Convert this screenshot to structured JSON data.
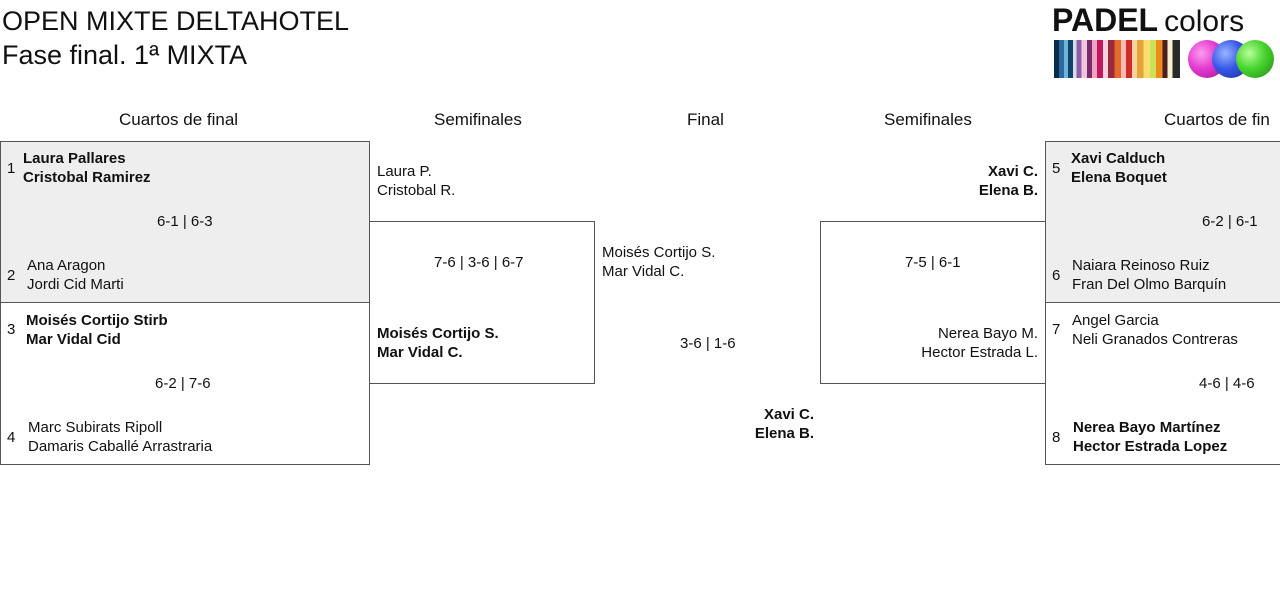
{
  "title": "OPEN MIXTE DELTAHOTEL",
  "subtitle": "Fase final. 1ª MIXTA",
  "logo": {
    "word1": "PADEL",
    "word2": "colors"
  },
  "headers": {
    "qf_left": "Cuartos de final",
    "sf_left": "Semifinales",
    "final": "Final",
    "sf_right": "Semifinales",
    "qf_right": "Cuartos de fin"
  },
  "left_qf": [
    {
      "top": {
        "seed": "1",
        "p1": "Laura Pallares",
        "p2": "Cristobal Ramirez"
      },
      "score": "6-1 | 6-3",
      "bottom": {
        "seed": "2",
        "p1": "Ana Aragon",
        "p2": "Jordi Cid Marti"
      }
    },
    {
      "top": {
        "seed": "3",
        "p1": "Moisés Cortijo Stirb",
        "p2": "Mar Vidal Cid"
      },
      "score": "6-2 | 7-6",
      "bottom": {
        "seed": "4",
        "p1": "Marc Subirats Ripoll",
        "p2": "Damaris Caballé Arrastraria"
      }
    }
  ],
  "left_sf": {
    "top": {
      "p1": "Laura P.",
      "p2": "Cristobal R."
    },
    "score": "7-6 | 3-6 | 6-7",
    "bottom": {
      "p1": "Moisés Cortijo S.",
      "p2": "Mar Vidal C."
    }
  },
  "final": {
    "top": {
      "p1": "Moisés Cortijo S.",
      "p2": "Mar Vidal C."
    },
    "score": "3-6 | 1-6",
    "bottom": {
      "p1": "Xavi C.",
      "p2": "Elena B."
    }
  },
  "right_sf": {
    "top": {
      "p1": "Xavi C.",
      "p2": "Elena B."
    },
    "score": "7-5 | 6-1",
    "bottom": {
      "p1": "Nerea Bayo M.",
      "p2": "Hector Estrada L."
    }
  },
  "right_qf": [
    {
      "top": {
        "seed": "5",
        "p1": "Xavi Calduch",
        "p2": "Elena Boquet"
      },
      "score": "6-2 | 6-1",
      "bottom": {
        "seed": "6",
        "p1": "Naiara Reinoso Ruiz",
        "p2": "Fran Del Olmo Barquín"
      }
    },
    {
      "top": {
        "seed": "7",
        "p1": "Angel Garcia",
        "p2": "Neli Granados Contreras"
      },
      "score": "4-6 | 4-6",
      "bottom": {
        "seed": "8",
        "p1": "Nerea Bayo Martínez",
        "p2": "Hector Estrada Lopez"
      }
    }
  ]
}
